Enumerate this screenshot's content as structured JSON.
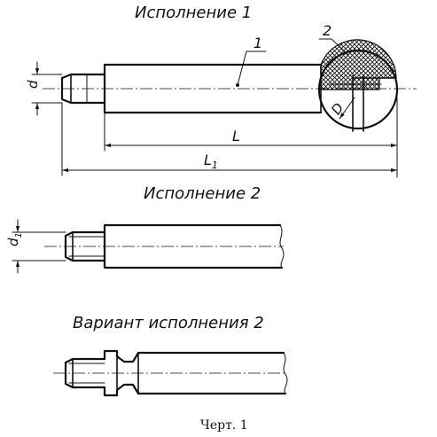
{
  "titles": {
    "variant1": "Исполнение 1",
    "variant2": "Исполнение 2",
    "variant2_alt": "Вариант исполнения 2"
  },
  "leaders": {
    "part1": "1",
    "part2": "2"
  },
  "dimensions": {
    "d": "d",
    "D": "D",
    "L": "L",
    "L1_main": "L",
    "L1_sub": "1",
    "d1_main": "d",
    "d1_sub": "1"
  },
  "caption": "Черт. 1"
}
